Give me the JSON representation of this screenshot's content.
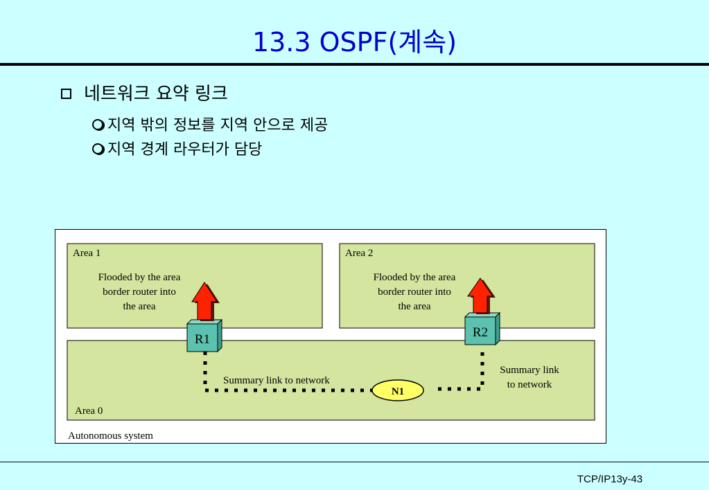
{
  "slide": {
    "title": "13.3 OSPF(계속)",
    "bullet_main": "네트워크 요약 링크",
    "sub_bullets": [
      "지역 밖의 정보를 지역 안으로 제공",
      "지역 경계 라우터가 담당"
    ],
    "footer": "TCP/IP13y-43"
  },
  "diagram": {
    "area1_label": "Area 1",
    "area2_label": "Area 2",
    "area0_label": "Area 0",
    "system_label": "Autonomous system",
    "flood_text_lines": [
      "Flooded by the area",
      "border router into",
      "the area"
    ],
    "router1": "R1",
    "router2": "R2",
    "network": "N1",
    "summary_left": "Summary link to network",
    "summary_right_lines": [
      "Summary link",
      "to network"
    ],
    "colors": {
      "area_fill": "#d4e5a0",
      "router_fill": "#5cc1ae",
      "arrow_fill": "#ff2200",
      "network_fill": "#ffff66"
    }
  }
}
